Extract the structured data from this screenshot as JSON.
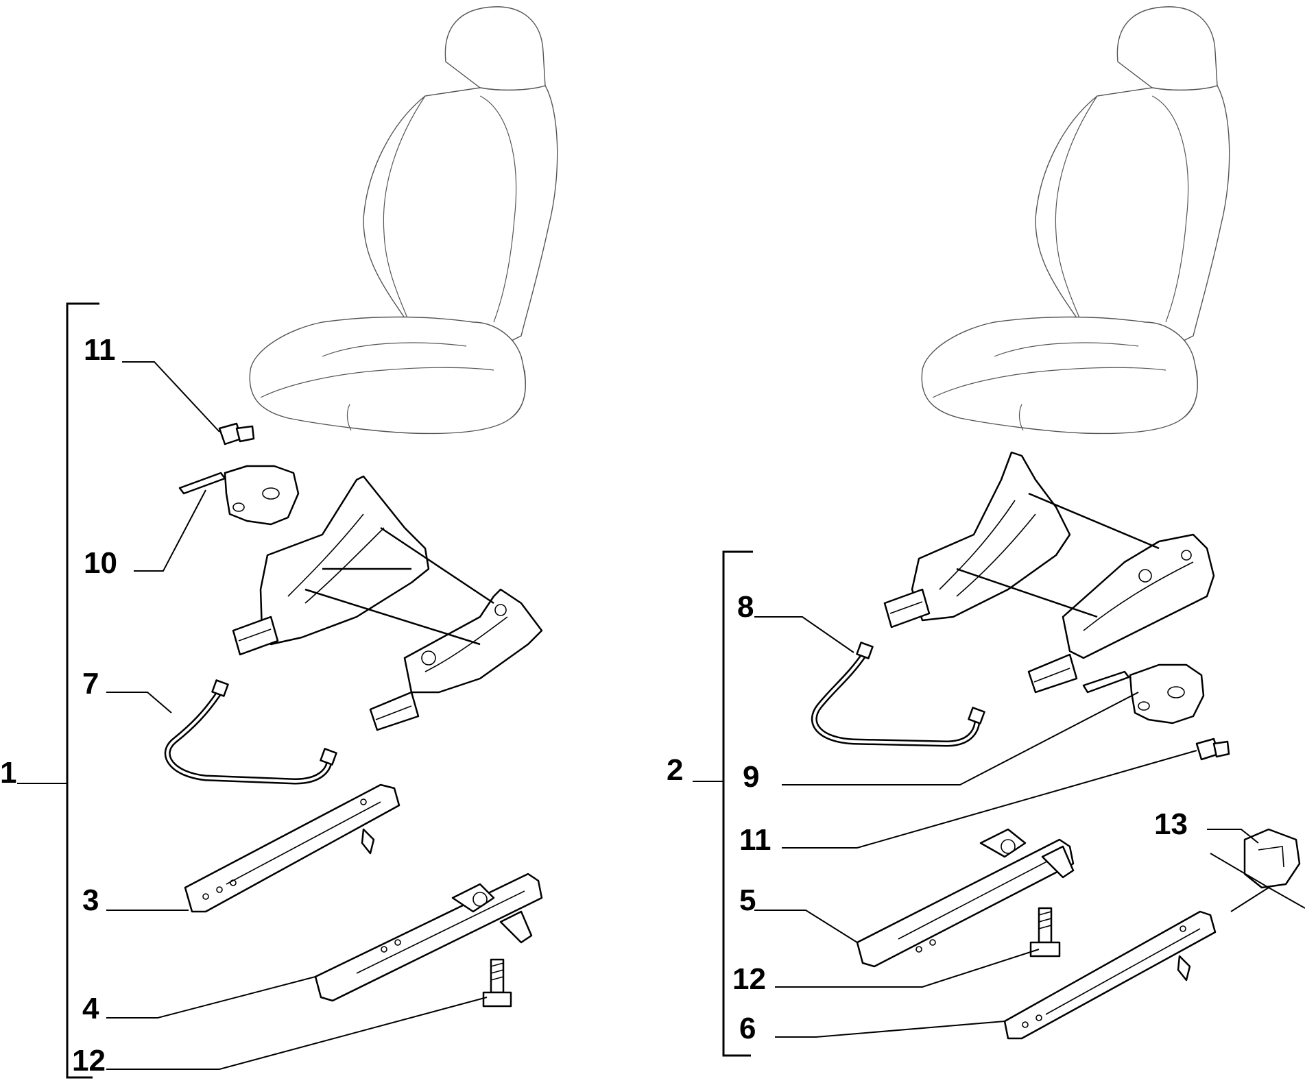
{
  "colors": {
    "background": "#ffffff",
    "ink": "#000000",
    "seat_outline": "#555555"
  },
  "callouts": [
    {
      "id": "c1",
      "text": "1"
    },
    {
      "id": "c2",
      "text": "2"
    },
    {
      "id": "c3",
      "text": "3"
    },
    {
      "id": "c4",
      "text": "4"
    },
    {
      "id": "c5",
      "text": "5"
    },
    {
      "id": "c6",
      "text": "6"
    },
    {
      "id": "c7",
      "text": "7"
    },
    {
      "id": "c8",
      "text": "8"
    },
    {
      "id": "c9",
      "text": "9"
    },
    {
      "id": "c10",
      "text": "10"
    },
    {
      "id": "c11a",
      "text": "11"
    },
    {
      "id": "c11b",
      "text": "11"
    },
    {
      "id": "c12a",
      "text": "12"
    },
    {
      "id": "c12b",
      "text": "12"
    },
    {
      "id": "c13",
      "text": "13"
    }
  ]
}
